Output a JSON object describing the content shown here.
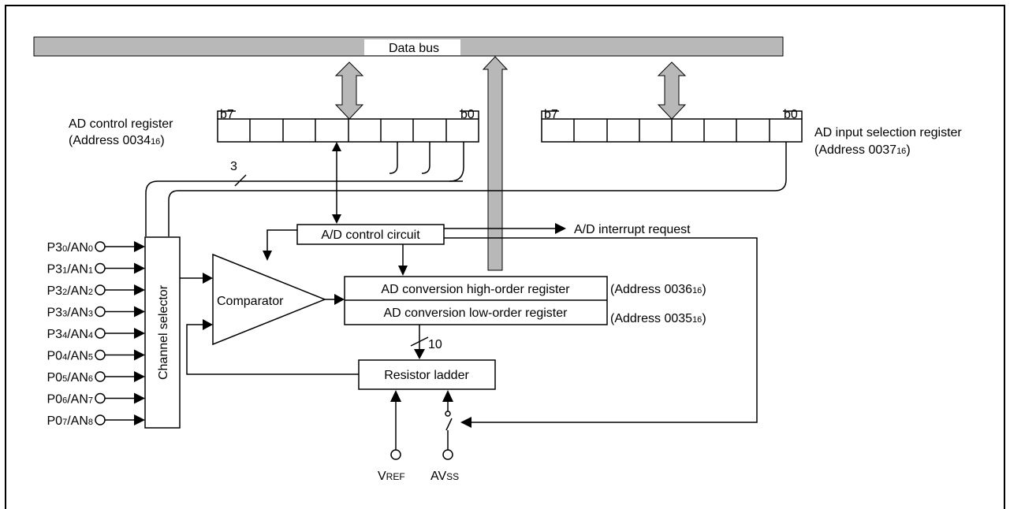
{
  "data_bus": {
    "label": "Data bus"
  },
  "ad_control_register": {
    "title": "AD control register",
    "address_prefix": "(Address 0034",
    "address_sub": "16",
    "address_suffix": ")",
    "msb": "b7",
    "lsb": "b0"
  },
  "ad_input_selection_register": {
    "title": "AD input selection register",
    "address_prefix": "(Address 0037",
    "address_sub": "16",
    "address_suffix": ")",
    "msb": "b7",
    "lsb": "b0"
  },
  "bus_width_control": "3",
  "bus_width_ladder": "10",
  "ad_control_circuit": "A/D control circuit",
  "interrupt_request": "A/D interrupt request",
  "comparator": "Comparator",
  "channel_selector": "Channel selector",
  "high_order_register": {
    "label": "AD conversion high-order register",
    "address_prefix": "(Address 0036",
    "address_sub": "16",
    "address_suffix": ")"
  },
  "low_order_register": {
    "label": "AD conversion low-order register",
    "address_prefix": "(Address 0035",
    "address_sub": "16",
    "address_suffix": ")"
  },
  "resistor_ladder": "Resistor ladder",
  "vref": {
    "main": "V",
    "small": "REF"
  },
  "avss": {
    "main": "AV",
    "small": "SS"
  },
  "inputs": [
    {
      "port": "P3",
      "port_sub": "0",
      "sep": "/AN",
      "an_sub": "0"
    },
    {
      "port": "P3",
      "port_sub": "1",
      "sep": "/AN",
      "an_sub": "1"
    },
    {
      "port": "P3",
      "port_sub": "2",
      "sep": "/AN",
      "an_sub": "2"
    },
    {
      "port": "P3",
      "port_sub": "3",
      "sep": "/AN",
      "an_sub": "3"
    },
    {
      "port": "P3",
      "port_sub": "4",
      "sep": "/AN",
      "an_sub": "4"
    },
    {
      "port": "P0",
      "port_sub": "4",
      "sep": "/AN",
      "an_sub": "5"
    },
    {
      "port": "P0",
      "port_sub": "5",
      "sep": "/AN",
      "an_sub": "6"
    },
    {
      "port": "P0",
      "port_sub": "6",
      "sep": "/AN",
      "an_sub": "7"
    },
    {
      "port": "P0",
      "port_sub": "7",
      "sep": "/AN",
      "an_sub": "8"
    }
  ]
}
